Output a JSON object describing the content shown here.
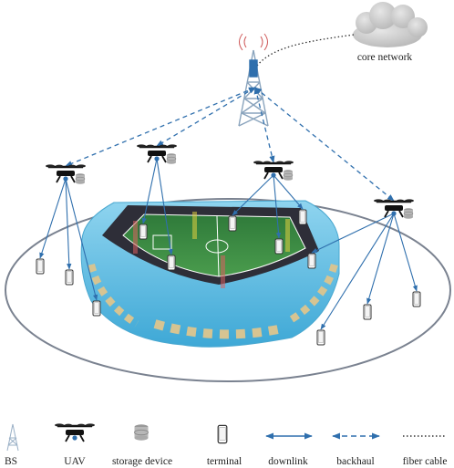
{
  "cloud": {
    "label": "core network",
    "icon": "cloud-icon"
  },
  "base_station": {
    "icon": "cell-tower-icon"
  },
  "stadium": {
    "icon": "stadium-icon"
  },
  "legend": [
    {
      "key": "bs",
      "label": "BS",
      "icon": "cell-tower-icon"
    },
    {
      "key": "uav",
      "label": "UAV",
      "icon": "drone-icon"
    },
    {
      "key": "storage",
      "label": "storage device",
      "icon": "database-icon"
    },
    {
      "key": "terminal",
      "label": "terminal",
      "icon": "smartphone-icon"
    },
    {
      "key": "downlink",
      "label": "downlink",
      "icon": "double-arrow-solid-icon"
    },
    {
      "key": "backhaul",
      "label": "backhaul",
      "icon": "double-arrow-dashed-icon"
    },
    {
      "key": "fiber",
      "label": "fiber cable",
      "icon": "dotted-line-icon"
    }
  ],
  "colors": {
    "link": "#2f6fad",
    "fiber": "#333333",
    "cloud": "#c8c8c8",
    "stadium_blue": "#6cc0e3",
    "field_green": "#3e8c46",
    "ellipse": "#7a8290"
  }
}
